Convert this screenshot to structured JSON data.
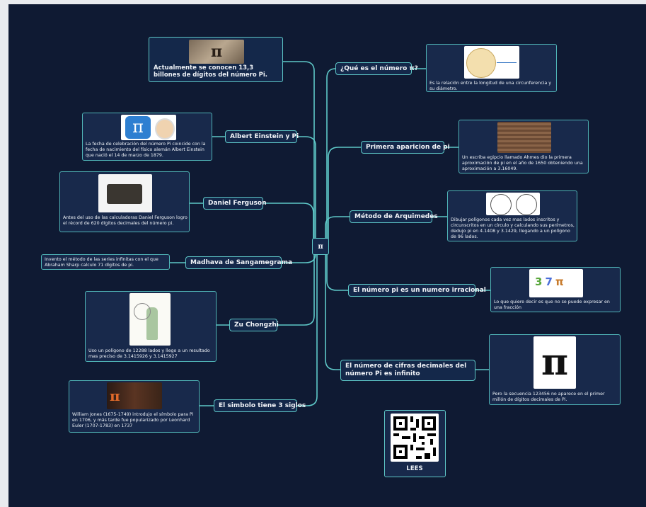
{
  "center": {
    "symbol": "π"
  },
  "topics": {
    "billones": "Actualmente se conocen 13,3 billones de dígitos del número Pi.",
    "que_es": "¿Qué es el número π?",
    "einstein": "Albert Einstein y Pi",
    "primera": "Primera aparicion de pi",
    "ferguson": "Daniel Ferguson",
    "arquimedes": "Método de Arquimedes",
    "madhava": "Madhava de Sangamegrama",
    "irracional": "El número pi es un numero irracional",
    "zu": "Zu Chongzhi",
    "infinito": "El número de cifras decimales del número Pi es infinito",
    "simbolo": "El simbolo tiene 3 siglos"
  },
  "cards": {
    "que_es": "Es la relación entre la longitud de una circunferencia y su diámetro.",
    "einstein": "La fecha de celebración del número Pi coincide con la fecha de nacimiento del físico alemán Albert Einstein que nació el 14 de marzo de 1879.",
    "primera": "Un escriba egipcio llamado Ahmes dio la primera aproximación de pi en el año de 1650 obteniendo una aproximación a 3.16049.",
    "ferguson": "Antes del uso de las calculadoras Daniel Ferguson logro el récord de 620 dígitos decimales del número pi.",
    "arquimedes": "Dibujar polígonos cada vez mas lados inscritos y circunscritos en un círculo y calculando sus perímetros, dedujo pi en 4.1408 y 3.1429, llegando a un polígono de 96 lados.",
    "madhava": "Invento el método de las series infinitas con el que Abraham Sharp calculo 71 dígitos de pi.",
    "irracional": "Lo que quiere decir es que no se puede expresar en una fracción",
    "zu": "Uso un polígono de 12288 lados y llego a un resultado mas preciso de 3.1415926 y 3.1415927",
    "infinito": "Pero la secuencia 123456 no aparece en el primer millón de dígitos decimales de Pi.",
    "simbolo": "William Jones (1675-1749) introdujo el símbolo para Pi en 1706, y más tarde fue popularizado por Leonhard Euler (1707-1783) en 1737"
  },
  "images": {
    "pi_glyph": "π",
    "qr_label": "LEES"
  },
  "colors": {
    "background": "#0f1a33",
    "node_fill": "#14284a",
    "line": "#5ec8c8"
  }
}
